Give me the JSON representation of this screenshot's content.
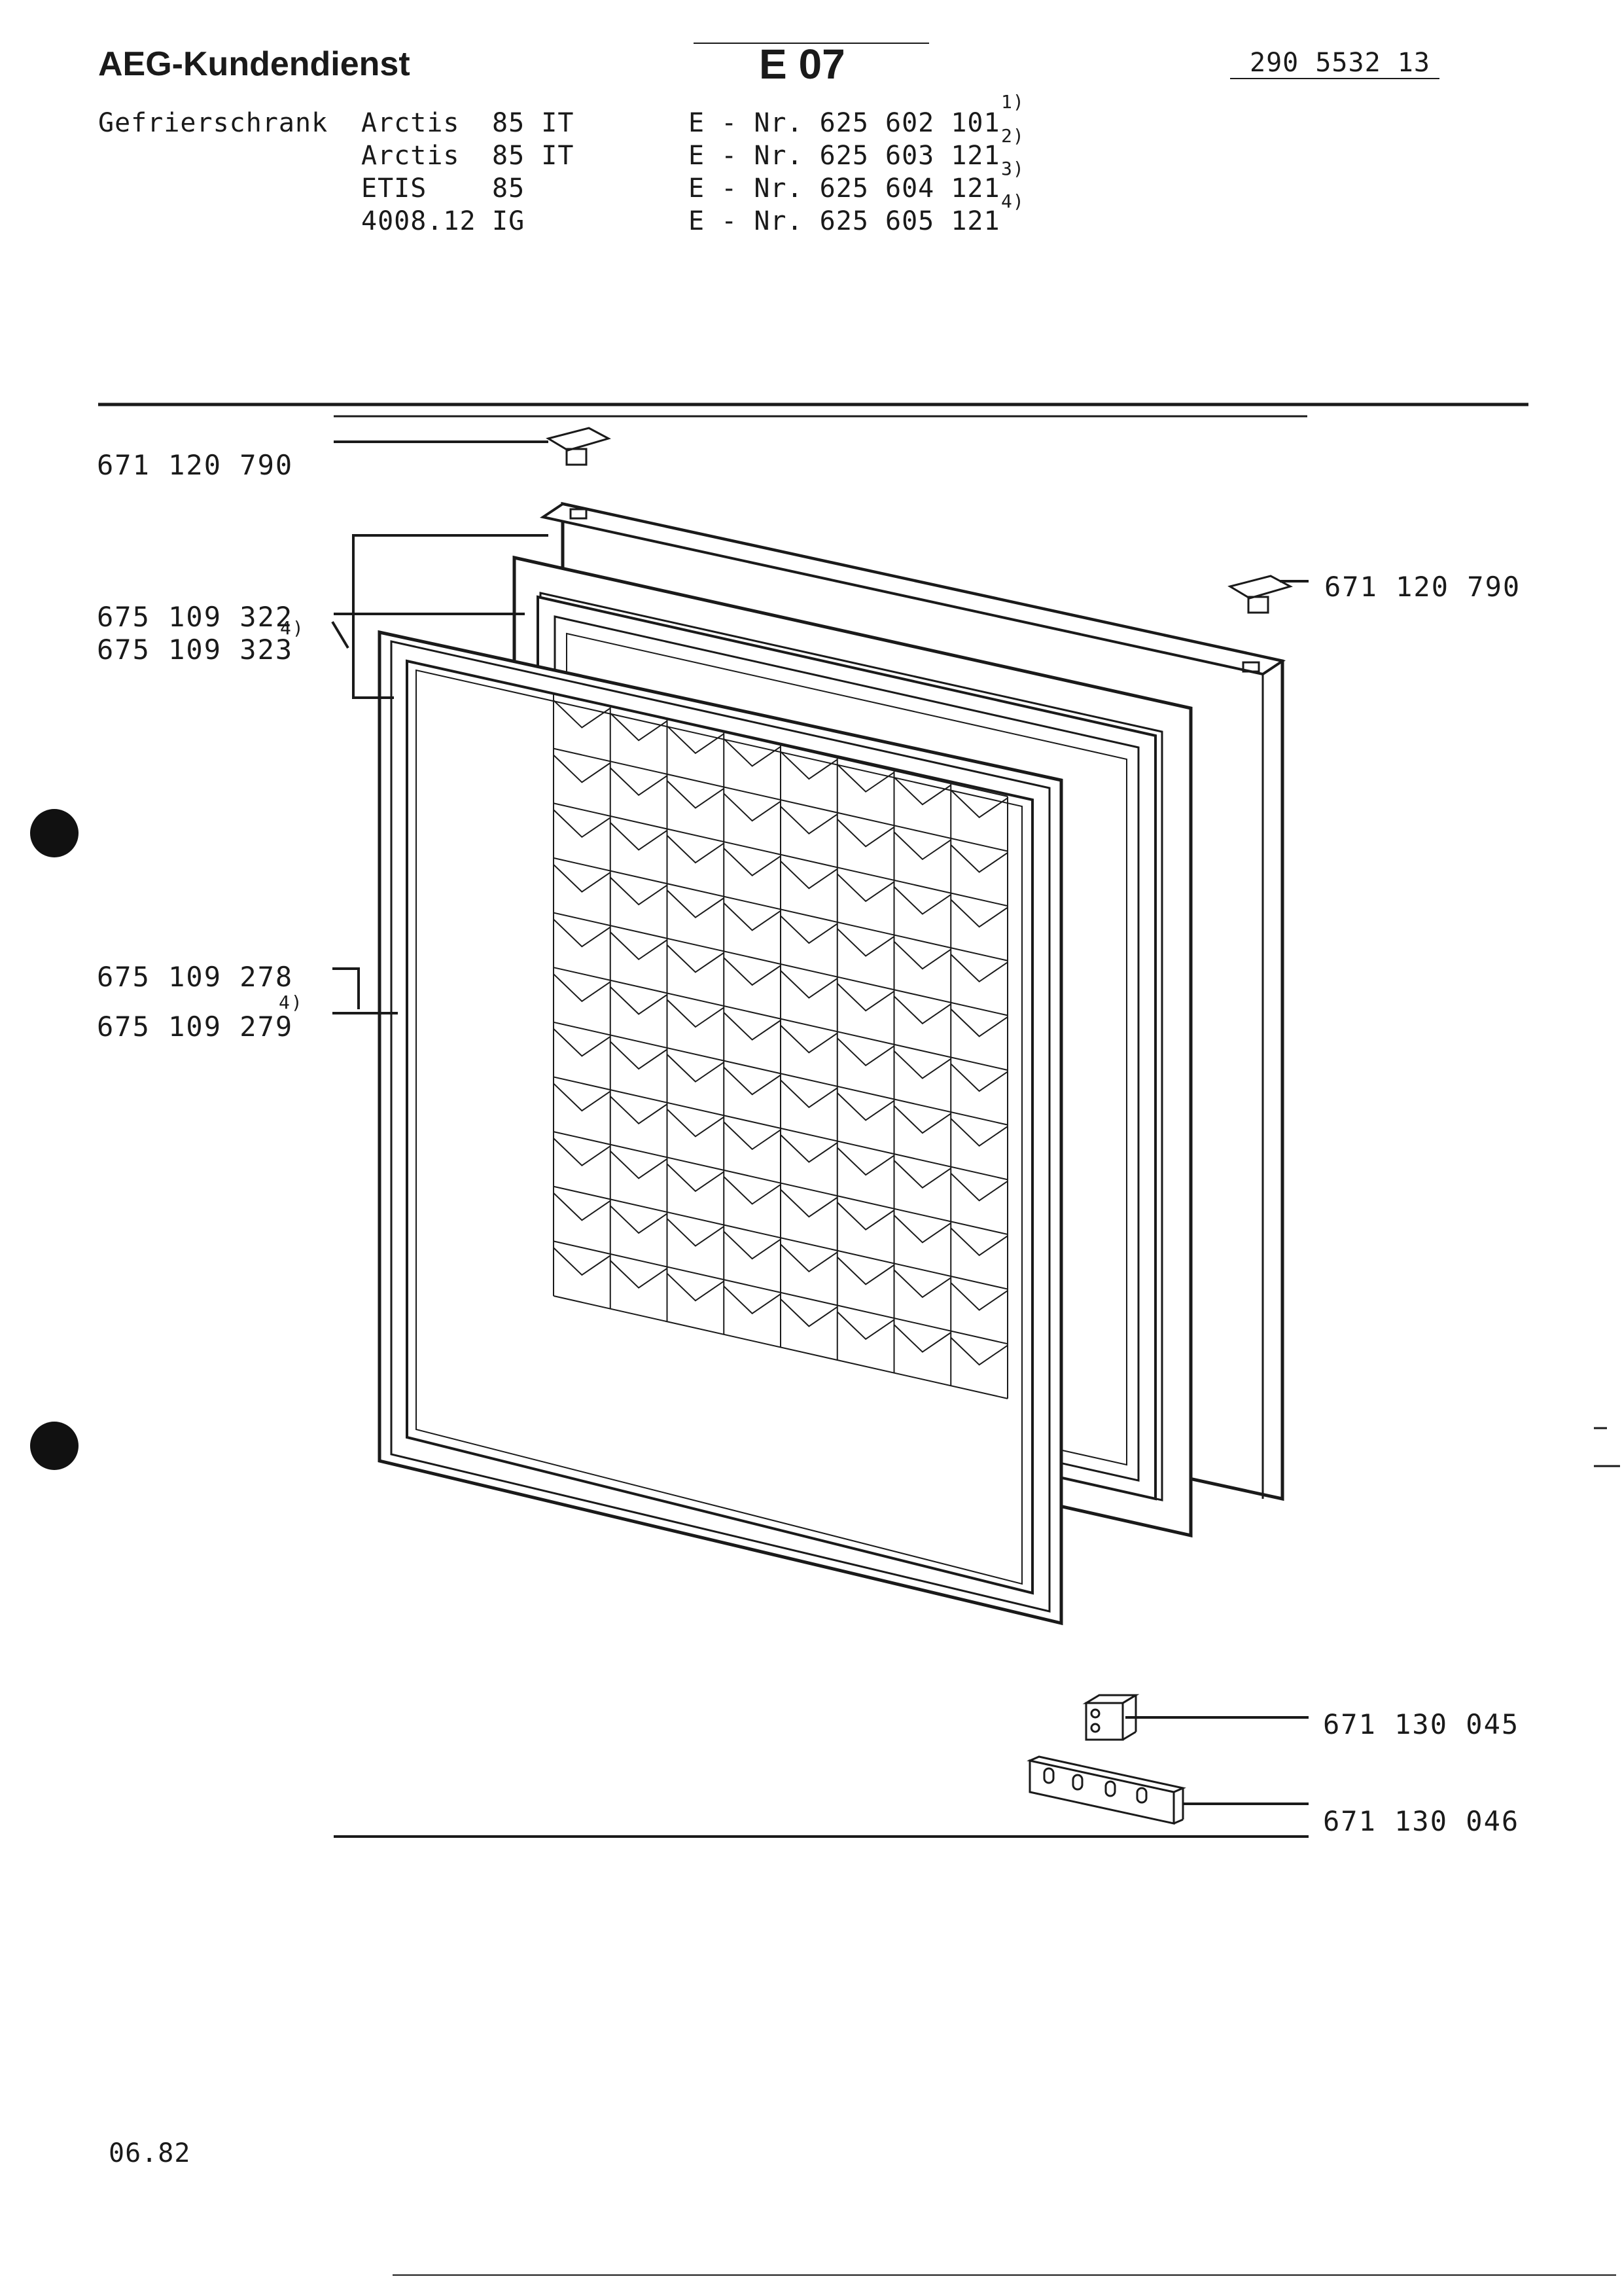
{
  "header": {
    "brand": "AEG-Kundendienst",
    "section_code": "E 07",
    "doc_number": "290 5532 13",
    "appliance_type": "Gefrierschrank"
  },
  "models": [
    {
      "name": "Arctis",
      "variant": "85 IT",
      "enr": "E - Nr. 625 602 101",
      "note": "1)"
    },
    {
      "name": "Arctis",
      "variant": "85 IT",
      "enr": "E - Nr. 625 603 121",
      "note": "2)"
    },
    {
      "name": "ETIS",
      "variant": "85",
      "enr": "E - Nr. 625 604 121",
      "note": "3)"
    },
    {
      "name": "4008.12",
      "variant": "IG",
      "enr": "E - Nr. 625 605 121",
      "note": "4)"
    }
  ],
  "parts": {
    "cover_top": "671 120 790",
    "cover_right": "671 120 790",
    "door_panel_a": "675 109 322",
    "door_panel_a_note": "4)",
    "door_panel_b": "675 109 323",
    "door_panel_b_note": "4)",
    "gasket_a": "675 109 278",
    "gasket_b": "675 109 279",
    "gasket_b_note": "4)",
    "hinge_block": "671 130 045",
    "hinge_plate": "671 130 046"
  },
  "footer": {
    "date": "06.82"
  },
  "colors": {
    "ink": "#1a1a1a",
    "paper": "#ffffff"
  }
}
